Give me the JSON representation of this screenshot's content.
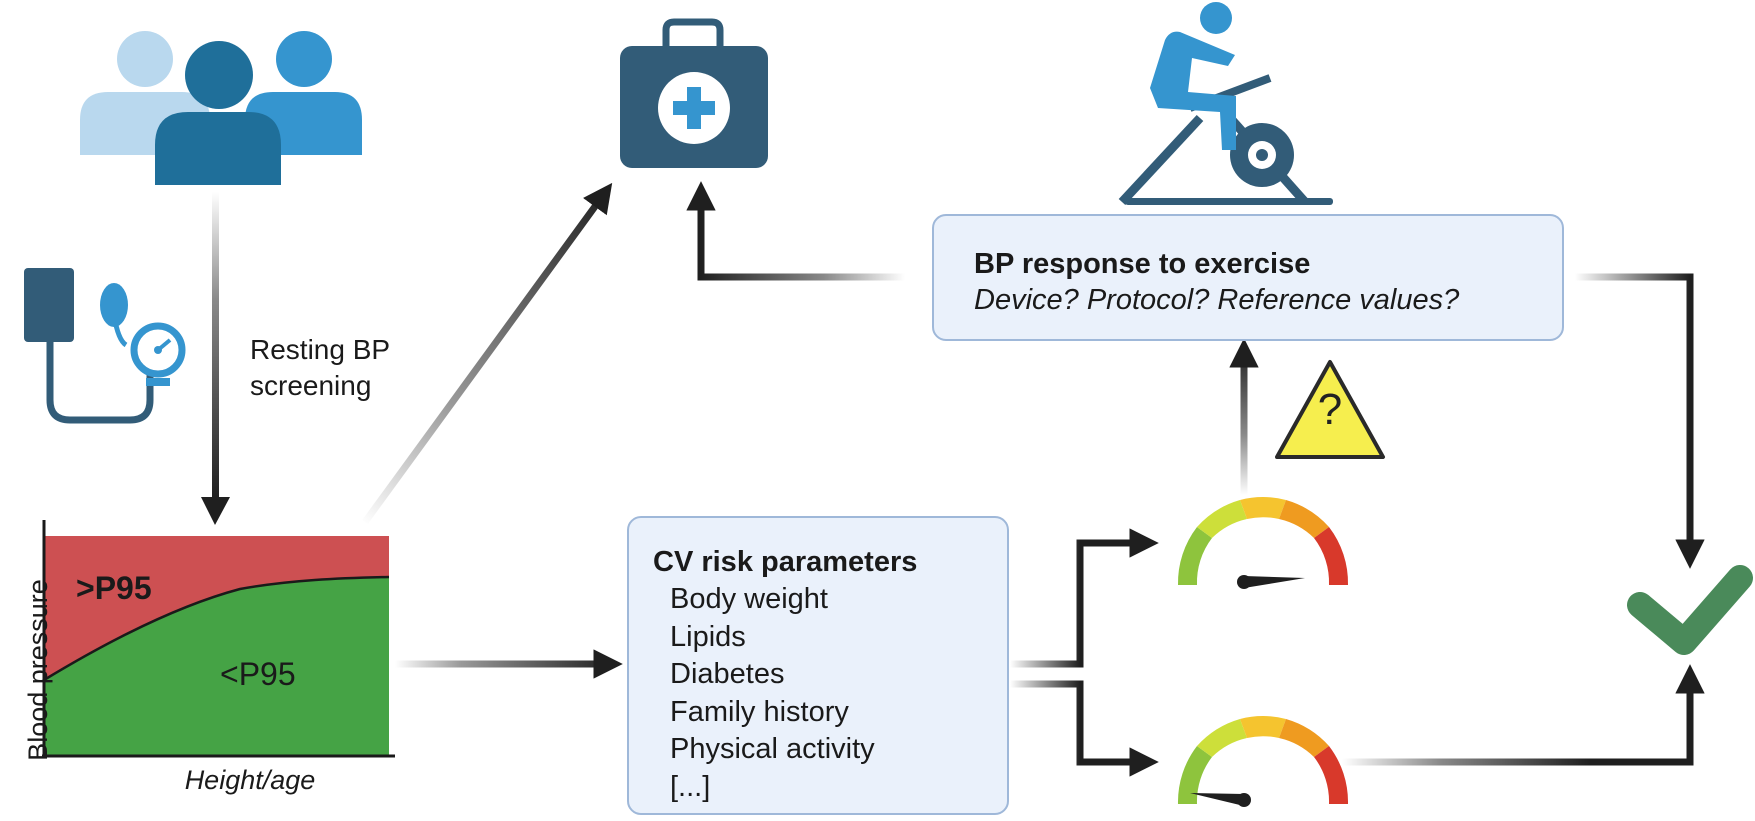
{
  "labels": {
    "resting_bp_screening": "Resting BP\nscreening",
    "y_axis": "Blood pressure",
    "x_axis": "Height/age",
    "above_p95": ">P95",
    "below_p95": "<P95",
    "warning_symbol": "?"
  },
  "bp_response_box": {
    "title": "BP response to exercise",
    "subtitle": "Device? Protocol? Reference values?"
  },
  "cv_risk_box": {
    "title": "CV risk parameters",
    "items": [
      "Body weight",
      "Lipids",
      "Diabetes",
      "Family history",
      "Physical activity",
      "[...]"
    ]
  },
  "icons": [
    "people-group-icon",
    "blood-pressure-monitor-icon",
    "first-aid-kit-icon",
    "exercise-bike-icon",
    "warning-triangle-icon",
    "risk-gauge-high-icon",
    "risk-gauge-low-icon",
    "checkmark-icon"
  ],
  "colors": {
    "above_zone": "#cd5052",
    "below_zone": "#45a345",
    "box_fill": "#eaf1fb",
    "box_border": "#9fb8d9",
    "icon_dark": "#325c78",
    "icon_blue": "#3595cf",
    "check": "#4a8a5a",
    "warning": "#f6ee4e"
  }
}
